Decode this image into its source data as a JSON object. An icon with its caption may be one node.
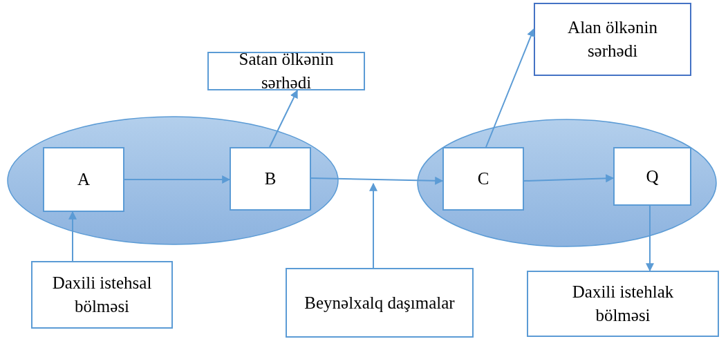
{
  "diagram": {
    "nodes": [
      {
        "text": [
          "Satan ölkənin sərhədi"
        ]
      },
      {
        "text": [
          "Alan ölkənin sərhədi"
        ]
      },
      {
        "text": [],
        "shape": "ellipse"
      },
      {
        "text": [
          "A"
        ],
        "in": 2
      },
      {
        "text": [
          "B"
        ],
        "in": 2
      },
      {
        "text": [],
        "shape": "ellipse"
      },
      {
        "text": [
          "C"
        ],
        "in": 5
      },
      {
        "text": [
          "Q"
        ],
        "in": 5
      },
      {
        "text": [
          "Daxili istehsal bölməsi"
        ]
      },
      {
        "text": [
          "Beynəlxalq daşımalar"
        ]
      },
      {
        "text": [
          "Daxili istehlak bölməsi"
        ]
      }
    ],
    "edges": [
      {
        "from": 3,
        "to": 4,
        "arrow": "to"
      },
      {
        "from": 4,
        "to": 6,
        "arrow": "to"
      },
      {
        "from": 9,
        "to": null,
        "arrow": "to"
      },
      {
        "from": 8,
        "to": 3,
        "arrow": "to"
      },
      {
        "from": 4,
        "to": 0,
        "arrow": "to"
      },
      {
        "from": 6,
        "to": 1,
        "arrow": "to"
      },
      {
        "from": 6,
        "to": 7,
        "arrow": "to"
      },
      {
        "from": 7,
        "to": 10,
        "arrow": "to"
      }
    ]
  }
}
